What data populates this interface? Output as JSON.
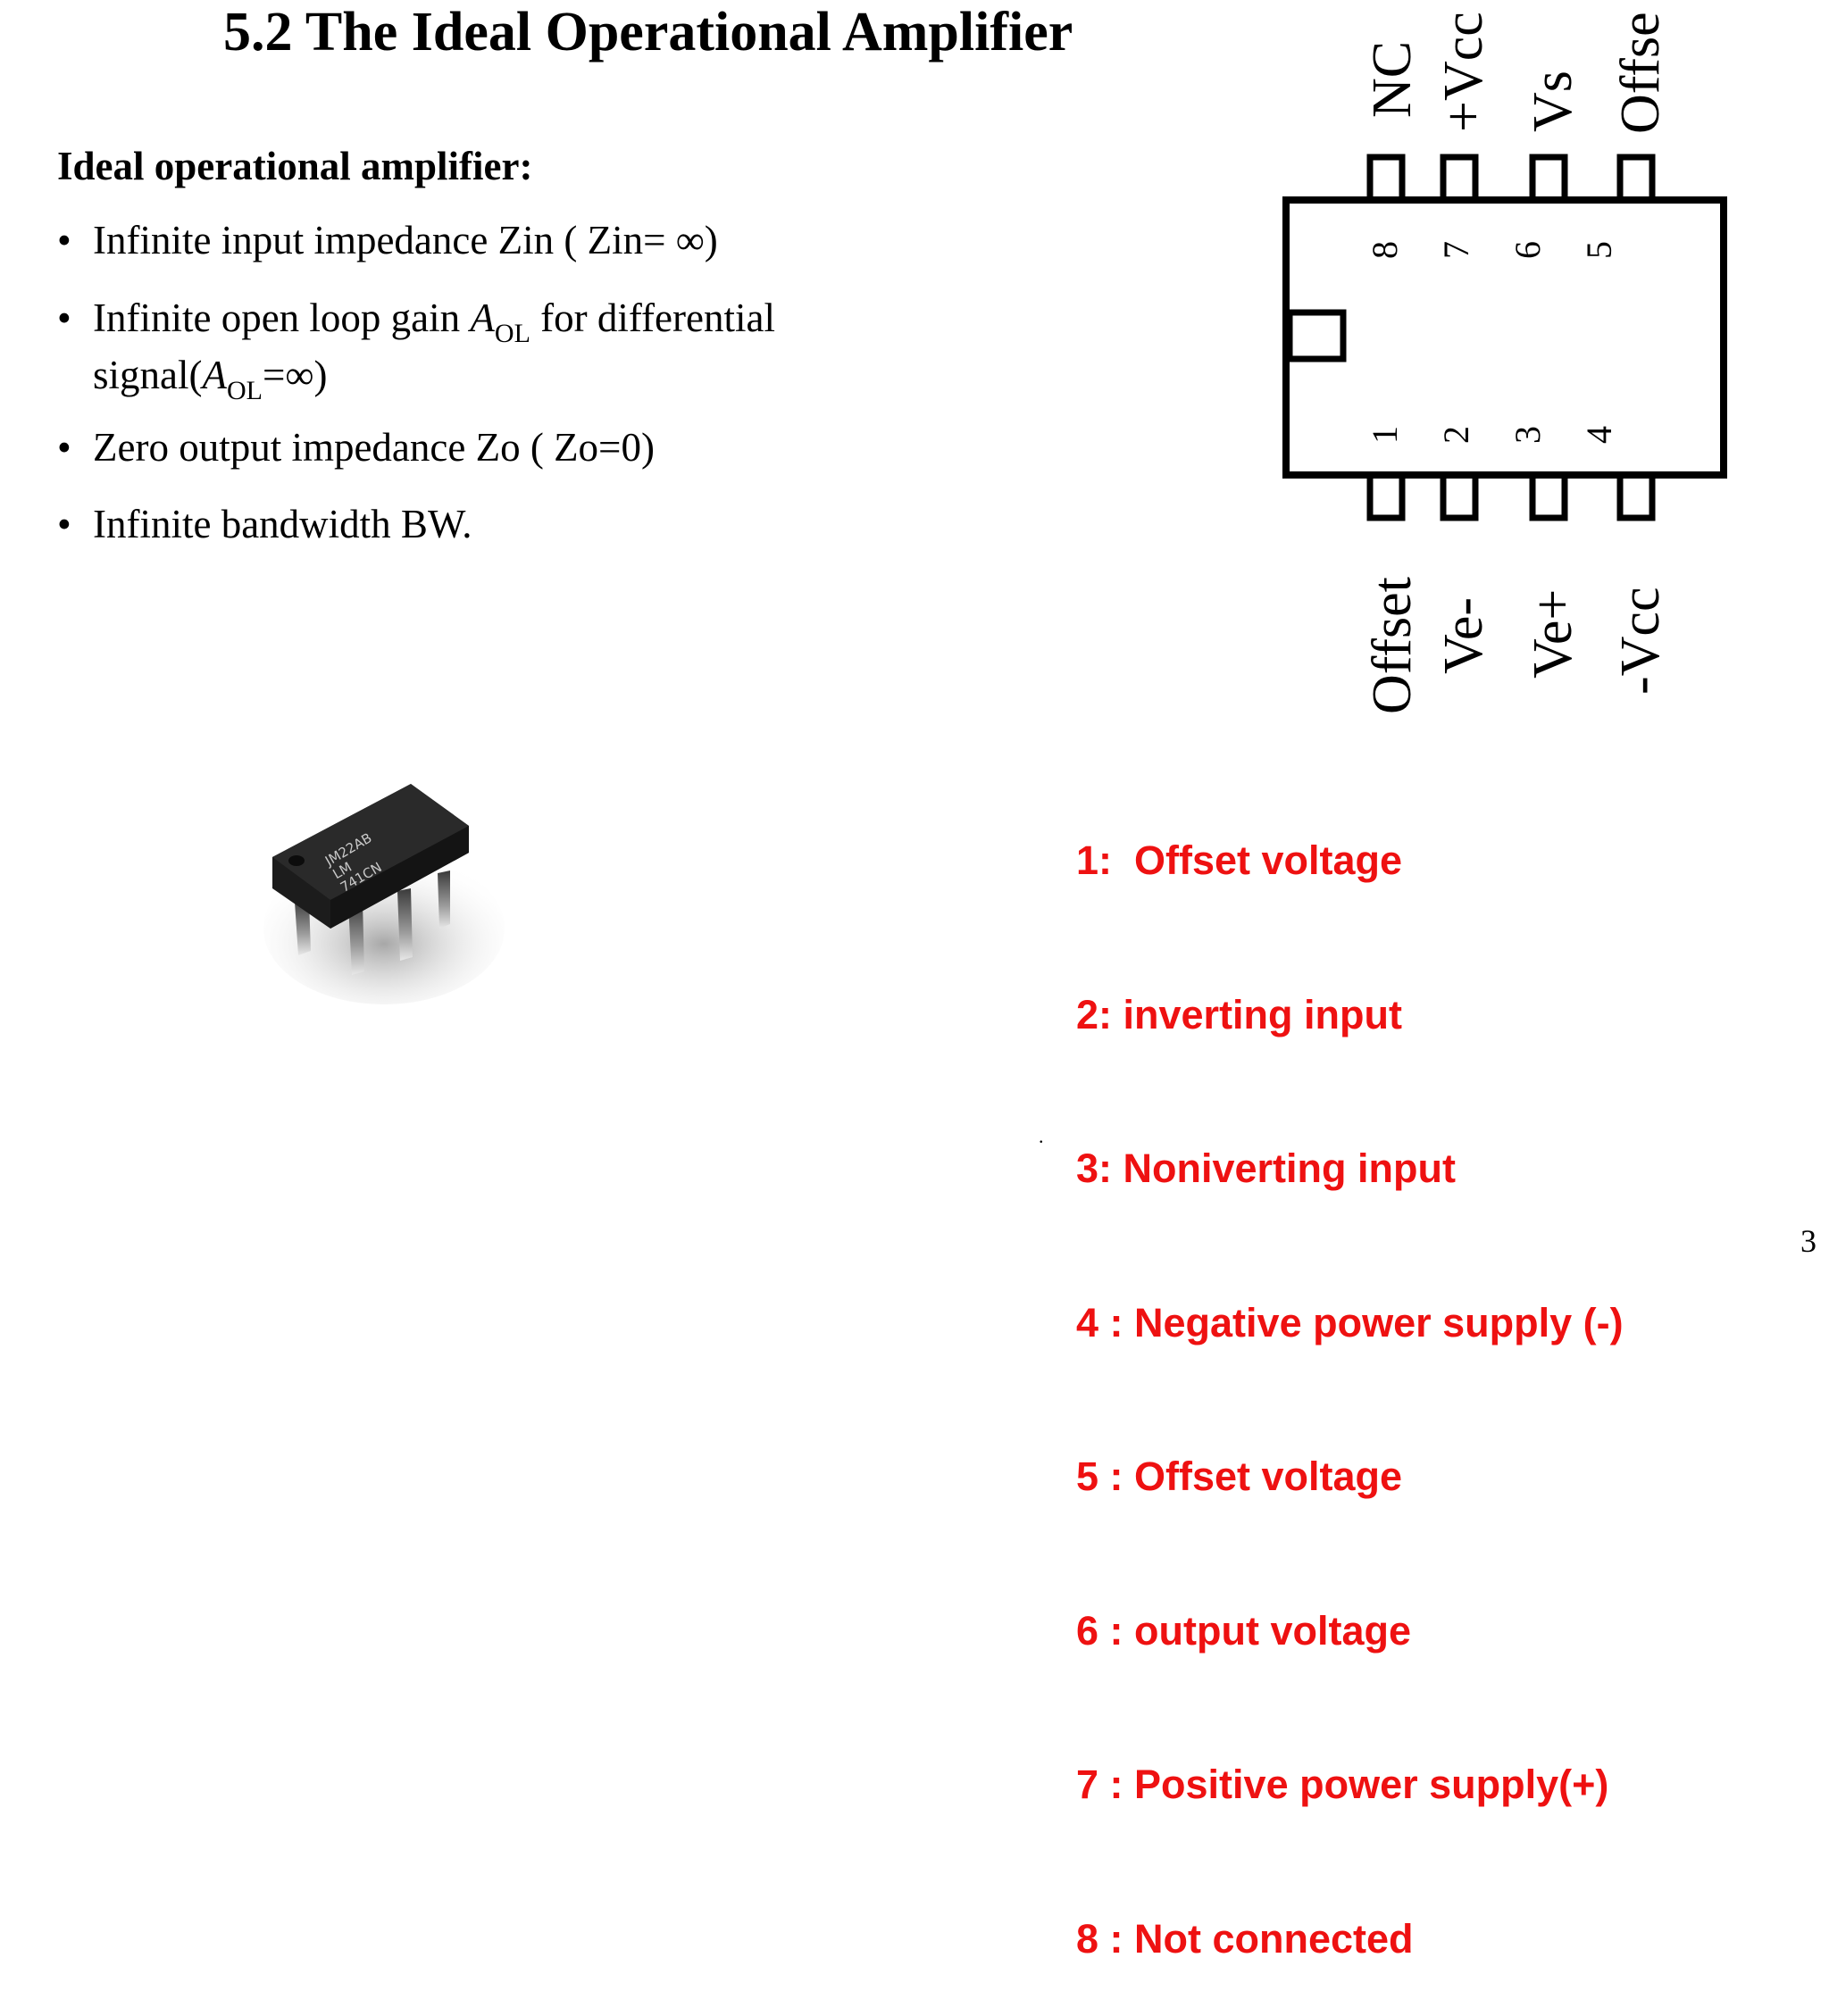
{
  "slide": {
    "title": "5.2 The Ideal Operational Amplifier",
    "subtitle": "Ideal operational amplifier:",
    "bullet_char": "•",
    "bullets": {
      "b1": "Infinite input impedance  Zin ( Zin= ∞)",
      "b2_pre": "Infinite open loop gain ",
      "b2_sym": "A",
      "b2_sub": "OL",
      "b2_post": " for differential",
      "b2_line2_pre": "signal(",
      "b2_line2_sym": "A",
      "b2_line2_sub": "OL",
      "b2_line2_post": "=∞)",
      "b3": " Zero output impedance  Zo ( Zo=0)",
      "b4": " Infinite bandwidth  BW."
    },
    "small_dot": ".",
    "page_number": "3"
  },
  "chip_photo": {
    "marking_line1": "JM22AB",
    "marking_line2": "LM",
    "marking_line3": "741CN",
    "body_color": "#1c1c1c"
  },
  "pinout": {
    "top_labels": [
      "NC",
      "+Vcc",
      "Vs",
      "Offse"
    ],
    "top_numbers": [
      "8",
      "7",
      "6",
      "5"
    ],
    "bottom_numbers": [
      "1",
      "2",
      "3",
      "4"
    ],
    "bottom_labels": [
      "Offset",
      "Ve-",
      "Ve+",
      "-Vcc"
    ]
  },
  "pin_descriptions": [
    "1:  Offset voltage",
    "2: inverting input",
    "3: Noniverting input",
    "4 : Negative power supply (-)",
    "5 : Offset voltage",
    "6 : output voltage",
    "7 : Positive power supply(+)",
    "8 : Not connected"
  ],
  "colors": {
    "pin_description_text": "#ee1111",
    "text": "#000000",
    "background": "#ffffff"
  }
}
